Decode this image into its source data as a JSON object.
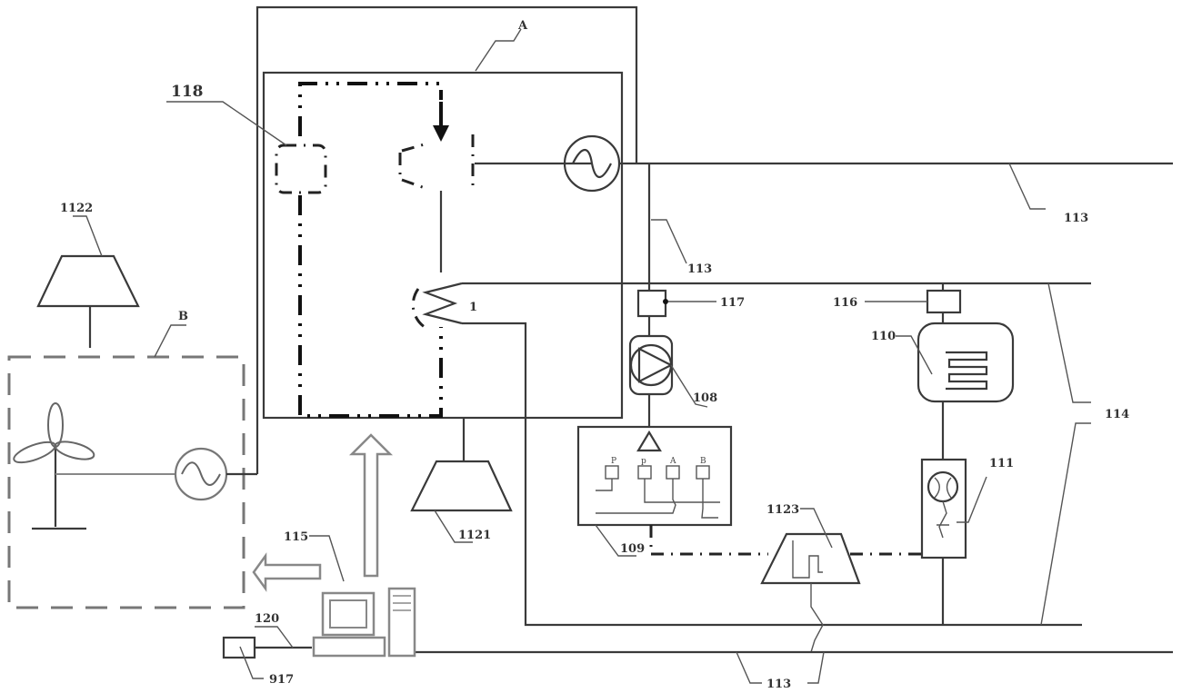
{
  "diagram": {
    "title": "Energy system schematic (patent figure)",
    "regions": {
      "A": "A",
      "B": "B"
    },
    "labels": {
      "l118": "118",
      "l1122": "1122",
      "l113_top": "113",
      "l113_mid": "113",
      "l113_bottom": "113",
      "l117": "117",
      "l116": "116",
      "l110": "110",
      "l108": "108",
      "l114": "114",
      "l111": "111",
      "l109": "109",
      "l1123": "1123",
      "l1121": "1121",
      "l115": "115",
      "l120": "120",
      "l917": "917",
      "l1": "1"
    },
    "panel_109_marks": [
      "P",
      "p",
      "A",
      "B"
    ],
    "components": [
      {
        "id": "118",
        "name": "dashed turbine unit"
      },
      {
        "id": "1122",
        "name": "trapezoid load"
      },
      {
        "id": "1121",
        "name": "trapezoid load"
      },
      {
        "id": "1123",
        "name": "trapezoid signal unit"
      },
      {
        "id": "117",
        "name": "sensor box"
      },
      {
        "id": "116",
        "name": "sensor box"
      },
      {
        "id": "110",
        "name": "heat exchanger"
      },
      {
        "id": "108",
        "name": "pump"
      },
      {
        "id": "109",
        "name": "control panel"
      },
      {
        "id": "111",
        "name": "meter valve unit"
      },
      {
        "id": "115",
        "name": "computer"
      },
      {
        "id": "917",
        "name": "device box"
      },
      {
        "id": "120",
        "name": "cable"
      },
      {
        "id": "113",
        "name": "power line"
      },
      {
        "id": "114",
        "name": "pipe lines"
      }
    ]
  }
}
